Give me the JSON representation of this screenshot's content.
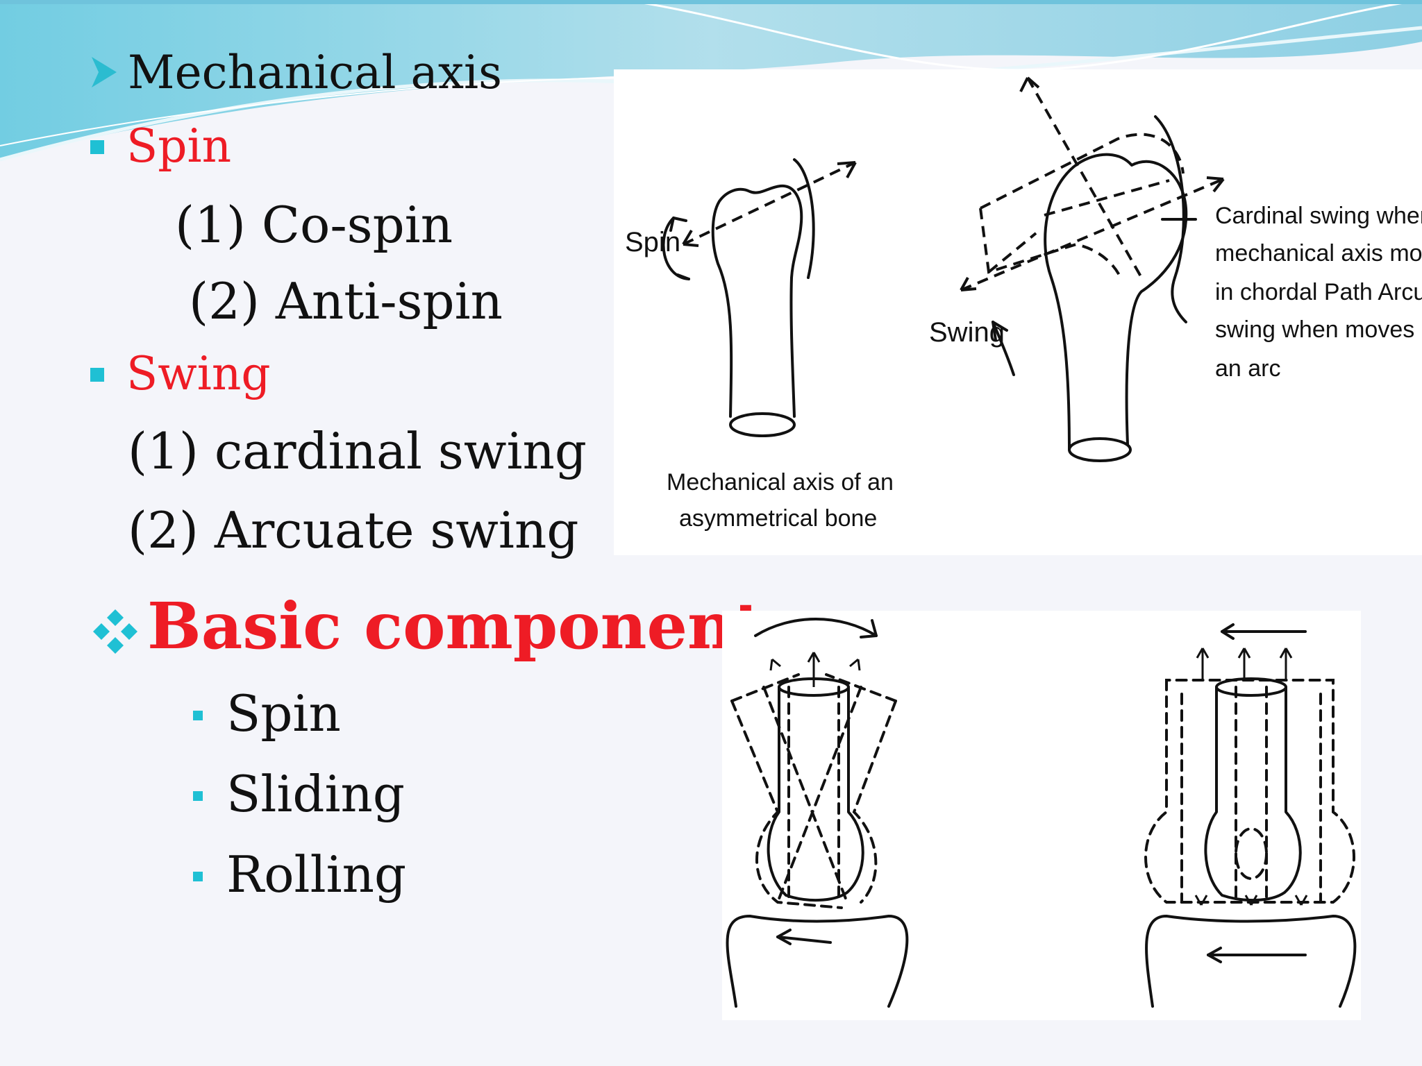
{
  "slide": {
    "heading": "Mechanical axis",
    "spin_label": "Spin",
    "spin_items": [
      "(1) Co-spin",
      "(2) Anti-spin"
    ],
    "swing_label": "Swing",
    "swing_items": [
      "(1) cardinal swing",
      "(2) Arcuate swing"
    ],
    "basic_heading": "Basic component",
    "basic_items": [
      "Spin",
      "Sliding",
      "Rolling"
    ]
  },
  "figure_top": {
    "spin_label": "Spin",
    "swing_label": "Swing",
    "caption_line1": "Mechanical axis of an",
    "caption_line2": "asymmetrical bone",
    "note_lines": [
      "Cardinal swing when",
      "mechanical axis moves",
      "in chordal Path Arcuate",
      "swing when moves along",
      "an arc"
    ]
  },
  "colors": {
    "accent_red": "#ee1c25",
    "bullet_teal": "#1fc0d4",
    "wave_blue": "#8fd3e8"
  }
}
